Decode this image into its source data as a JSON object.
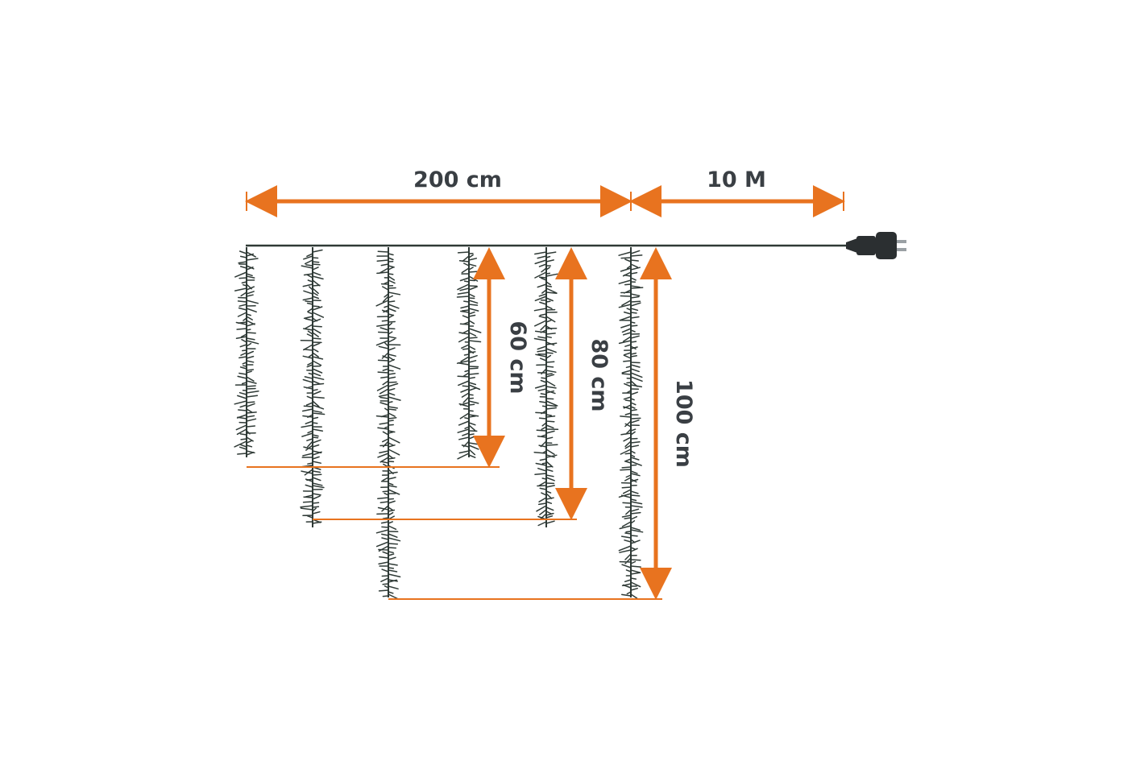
{
  "labels": {
    "width": "200 cm",
    "cable": "10 M",
    "len_short": "60 cm",
    "len_mid": "80 cm",
    "len_long": "100 cm"
  },
  "strands": [
    {
      "length_cm": 60
    },
    {
      "length_cm": 80
    },
    {
      "length_cm": 100
    },
    {
      "length_cm": 60
    },
    {
      "length_cm": 80
    },
    {
      "length_cm": 100
    }
  ],
  "colors": {
    "dimension": "#e8731f",
    "wire": "#2f3a36",
    "text": "#3a3f44"
  },
  "icons": {
    "plug": "power-plug-icon",
    "arrow": "arrowhead-icon"
  }
}
